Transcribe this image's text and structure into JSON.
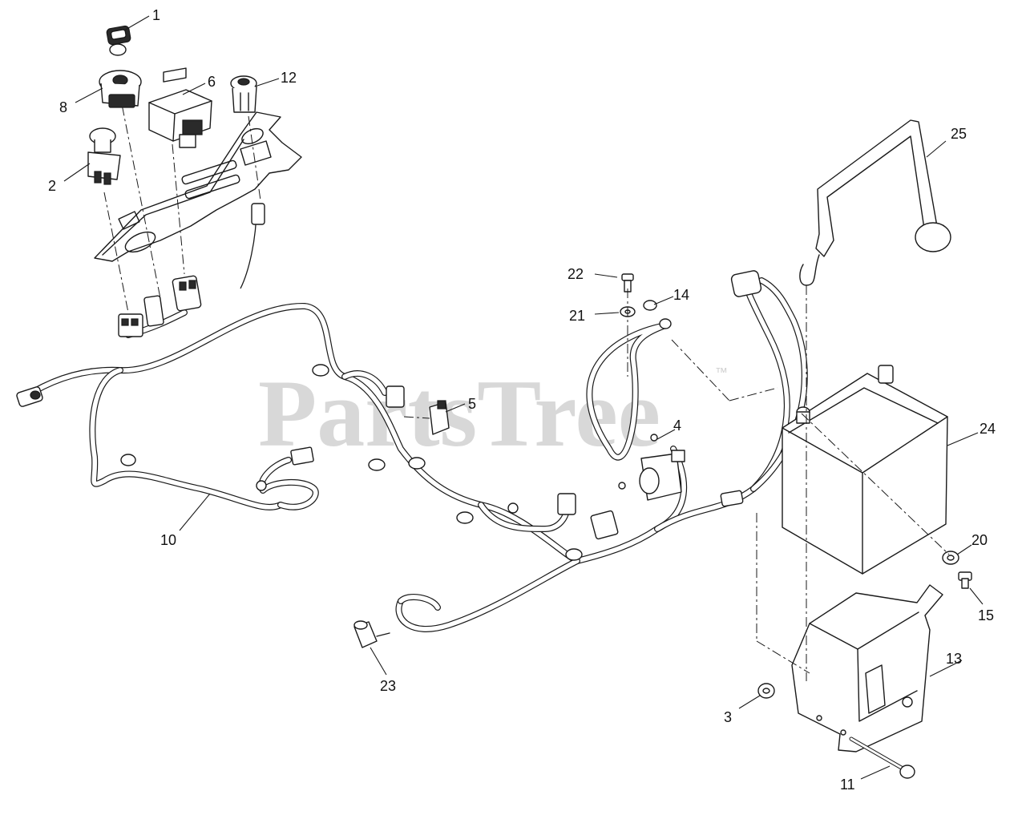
{
  "watermark": {
    "text": "PartsTree",
    "trademark": "™"
  },
  "callouts": [
    {
      "id": "1",
      "label": "1"
    },
    {
      "id": "2",
      "label": "2"
    },
    {
      "id": "3",
      "label": "3"
    },
    {
      "id": "4",
      "label": "4"
    },
    {
      "id": "5",
      "label": "5"
    },
    {
      "id": "6",
      "label": "6"
    },
    {
      "id": "8",
      "label": "8"
    },
    {
      "id": "10",
      "label": "10"
    },
    {
      "id": "11",
      "label": "11"
    },
    {
      "id": "12",
      "label": "12"
    },
    {
      "id": "13",
      "label": "13"
    },
    {
      "id": "14",
      "label": "14"
    },
    {
      "id": "15",
      "label": "15"
    },
    {
      "id": "20",
      "label": "20"
    },
    {
      "id": "21",
      "label": "21"
    },
    {
      "id": "22",
      "label": "22"
    },
    {
      "id": "23",
      "label": "23"
    },
    {
      "id": "24",
      "label": "24"
    },
    {
      "id": "25",
      "label": "25"
    }
  ]
}
